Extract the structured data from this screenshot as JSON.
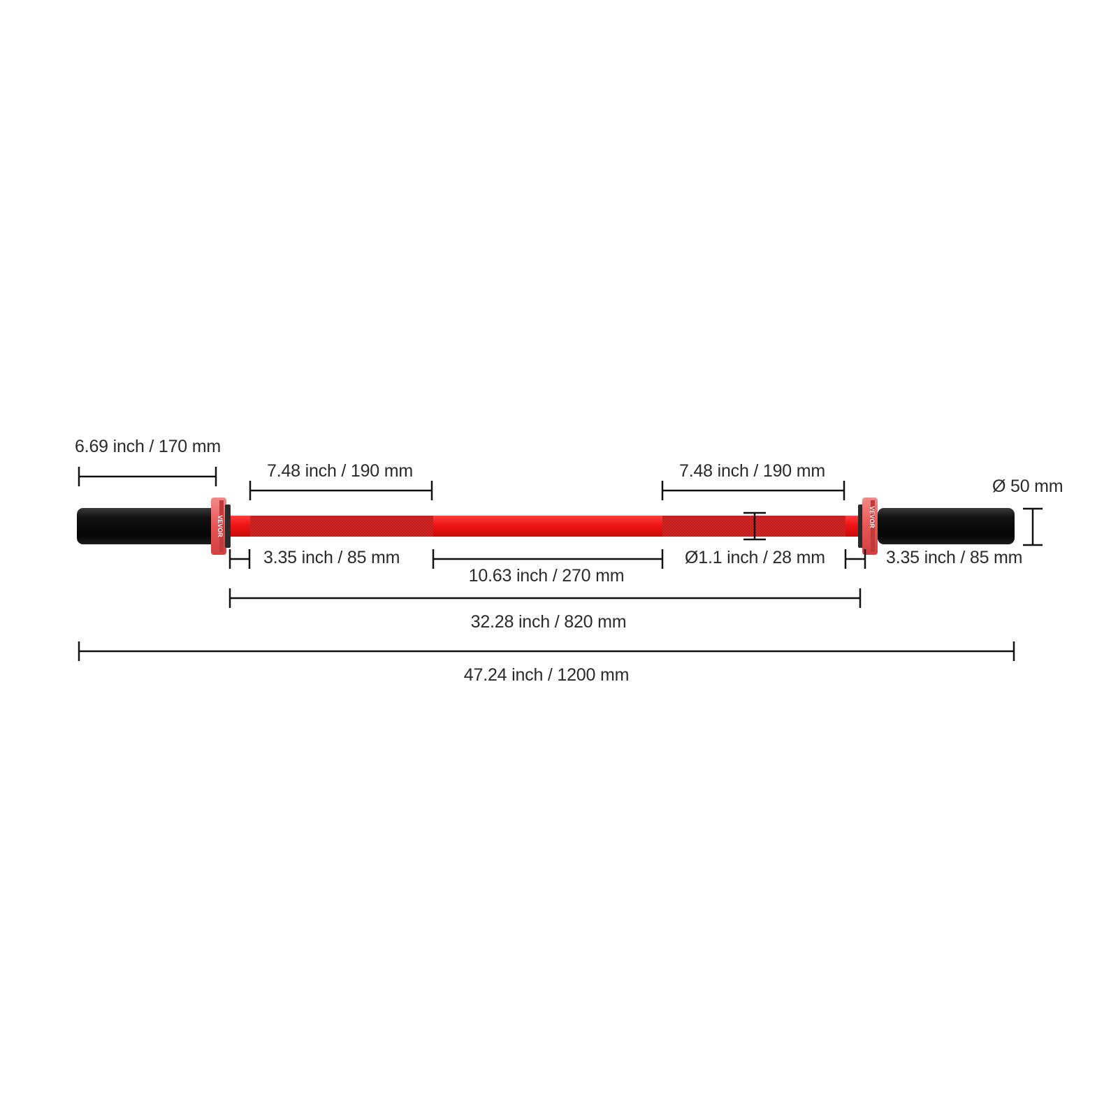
{
  "product": {
    "brand_mark": "VEVOR",
    "colors": {
      "shaft": "#ee1a1a",
      "knurl": "#cf2a2a",
      "sleeve": "#0d0d0d",
      "collar": "#f06a6a",
      "line": "#111111"
    }
  },
  "dimensions": {
    "sleeve_length": "6.69 inch / 170 mm",
    "knurl_left": "7.48 inch / 190 mm",
    "knurl_right": "7.48 inch / 190 mm",
    "sleeve_diameter": "Ø 50 mm",
    "inner_left": "3.35 inch / 85 mm",
    "center_gap": "10.63 inch / 270 mm",
    "shaft_diameter": "Ø1.1 inch / 28 mm",
    "inner_right": "3.35 inch / 85 mm",
    "shaft_length": "32.28 inch / 820 mm",
    "total_length": "47.24 inch / 1200 mm"
  }
}
